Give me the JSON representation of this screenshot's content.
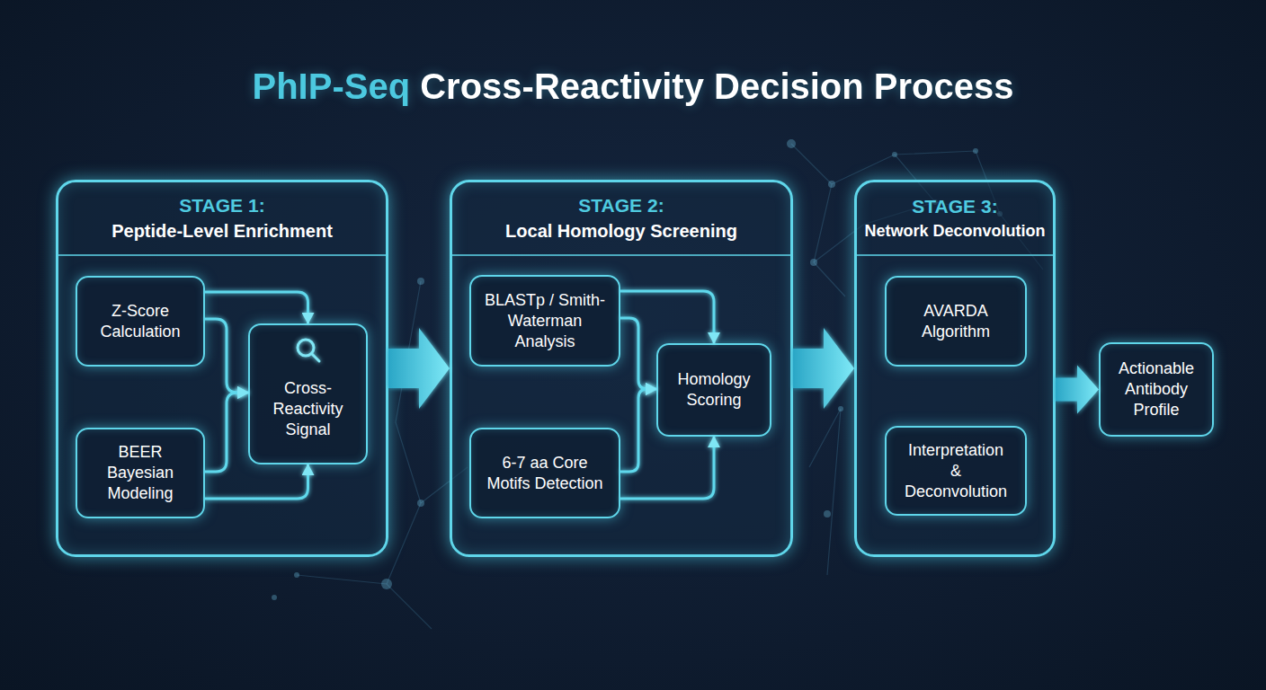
{
  "diagram": {
    "title": "PhIP-Seq Cross-Reactivity Decision Process",
    "nodes": [
      {
        "text": [
          "STAGE 1:",
          "Peptide-Level Enrichment"
        ]
      },
      {
        "text": [
          "Z-Score Calculation"
        ],
        "in": 0
      },
      {
        "text": [
          "BEER Bayesian Modeling"
        ],
        "in": 0
      },
      {
        "text": [
          "Cross-Reactivity Signal"
        ],
        "in": 0
      },
      {
        "text": [
          "STAGE 2:",
          "Local Homology Screening"
        ]
      },
      {
        "text": [
          "BLASTp / Smith-Waterman Analysis"
        ],
        "in": 4
      },
      {
        "text": [
          "6-7 aa Core Motifs Detection"
        ],
        "in": 4
      },
      {
        "text": [
          "Homology Scoring"
        ],
        "in": 4
      },
      {
        "text": [
          "STAGE 3:",
          "Network Deconvolution"
        ]
      },
      {
        "text": [
          "AVARDA Algorithm"
        ],
        "in": 8
      },
      {
        "text": [
          "Interpretation & Deconvolution"
        ],
        "in": 8
      },
      {
        "text": [
          "Actionable Antibody Profile"
        ]
      }
    ],
    "edges": [
      {
        "from": 1,
        "to": 3,
        "arrow": "to"
      },
      {
        "from": 1,
        "to": 3,
        "arrow": "to"
      },
      {
        "from": 2,
        "to": 3,
        "arrow": "to"
      },
      {
        "from": 2,
        "to": 3,
        "arrow": "to"
      },
      {
        "from": 0,
        "to": 4,
        "arrow": "to"
      },
      {
        "from": 5,
        "to": 7,
        "arrow": "to"
      },
      {
        "from": 5,
        "to": 7,
        "arrow": "to"
      },
      {
        "from": 6,
        "to": 7,
        "arrow": "to"
      },
      {
        "from": 6,
        "to": 7,
        "arrow": "to"
      },
      {
        "from": 4,
        "to": 8,
        "arrow": "to"
      },
      {
        "from": 9,
        "to": 10,
        "arrow": "to"
      },
      {
        "from": 8,
        "to": 11,
        "arrow": "to"
      }
    ]
  }
}
